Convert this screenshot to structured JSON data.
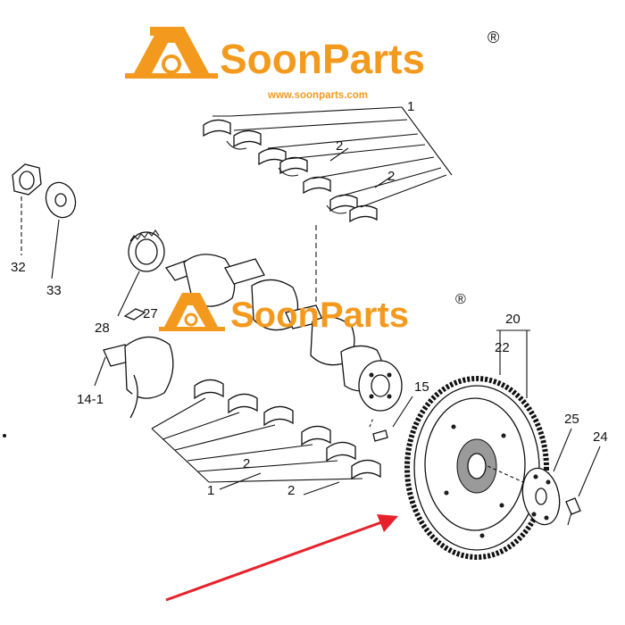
{
  "watermark": {
    "brand": "SoonParts",
    "registered": "®",
    "url": "www.soonparts.com"
  },
  "callouts": {
    "c1_top": "1",
    "c2_top_a": "2",
    "c2_top_b": "2",
    "c32": "32",
    "c33": "33",
    "c28": "28",
    "c27": "27",
    "c14_1": "14-1",
    "c15": "15",
    "c20": "20",
    "c22": "22",
    "c25": "25",
    "c24": "24",
    "c2_bot_a": "2",
    "c1_bot": "1",
    "c2_bot_b": "2"
  },
  "colors": {
    "brand_orange": "#f39a1e",
    "arrow_red": "#e8202a",
    "line": "#111111"
  }
}
